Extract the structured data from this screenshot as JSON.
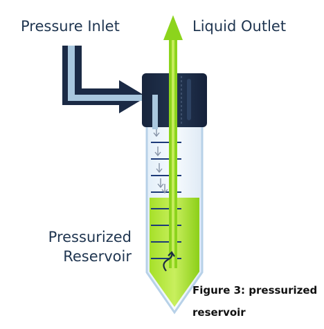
{
  "labels": {
    "pressure_inlet": "Pressure Inlet",
    "liquid_outlet": "Liquid Outlet",
    "reservoir_line1": "Pressurized",
    "reservoir_line2": "Reservoir"
  },
  "caption": {
    "line1": "Figure 3: pressurized",
    "line2": "reservoir"
  },
  "colors": {
    "navy": "#1b2a45",
    "label_text": "#1f3550",
    "inlet_tube": "#9fc0d9",
    "liquid": "#8cd41c",
    "liquid_light": "#c4ec5a",
    "tube_outline": "#b9d4ea",
    "tube_fill": "#eef6fc",
    "graduation": "#1c3a78",
    "flow_arrow": "#8a96a8"
  },
  "icons": {
    "inlet_arrow": "arrow-right-icon",
    "outlet_arrow": "arrow-up-icon",
    "pressure_arrow": "arrow-down-icon",
    "swirl": "curved-arrow-up-icon"
  }
}
